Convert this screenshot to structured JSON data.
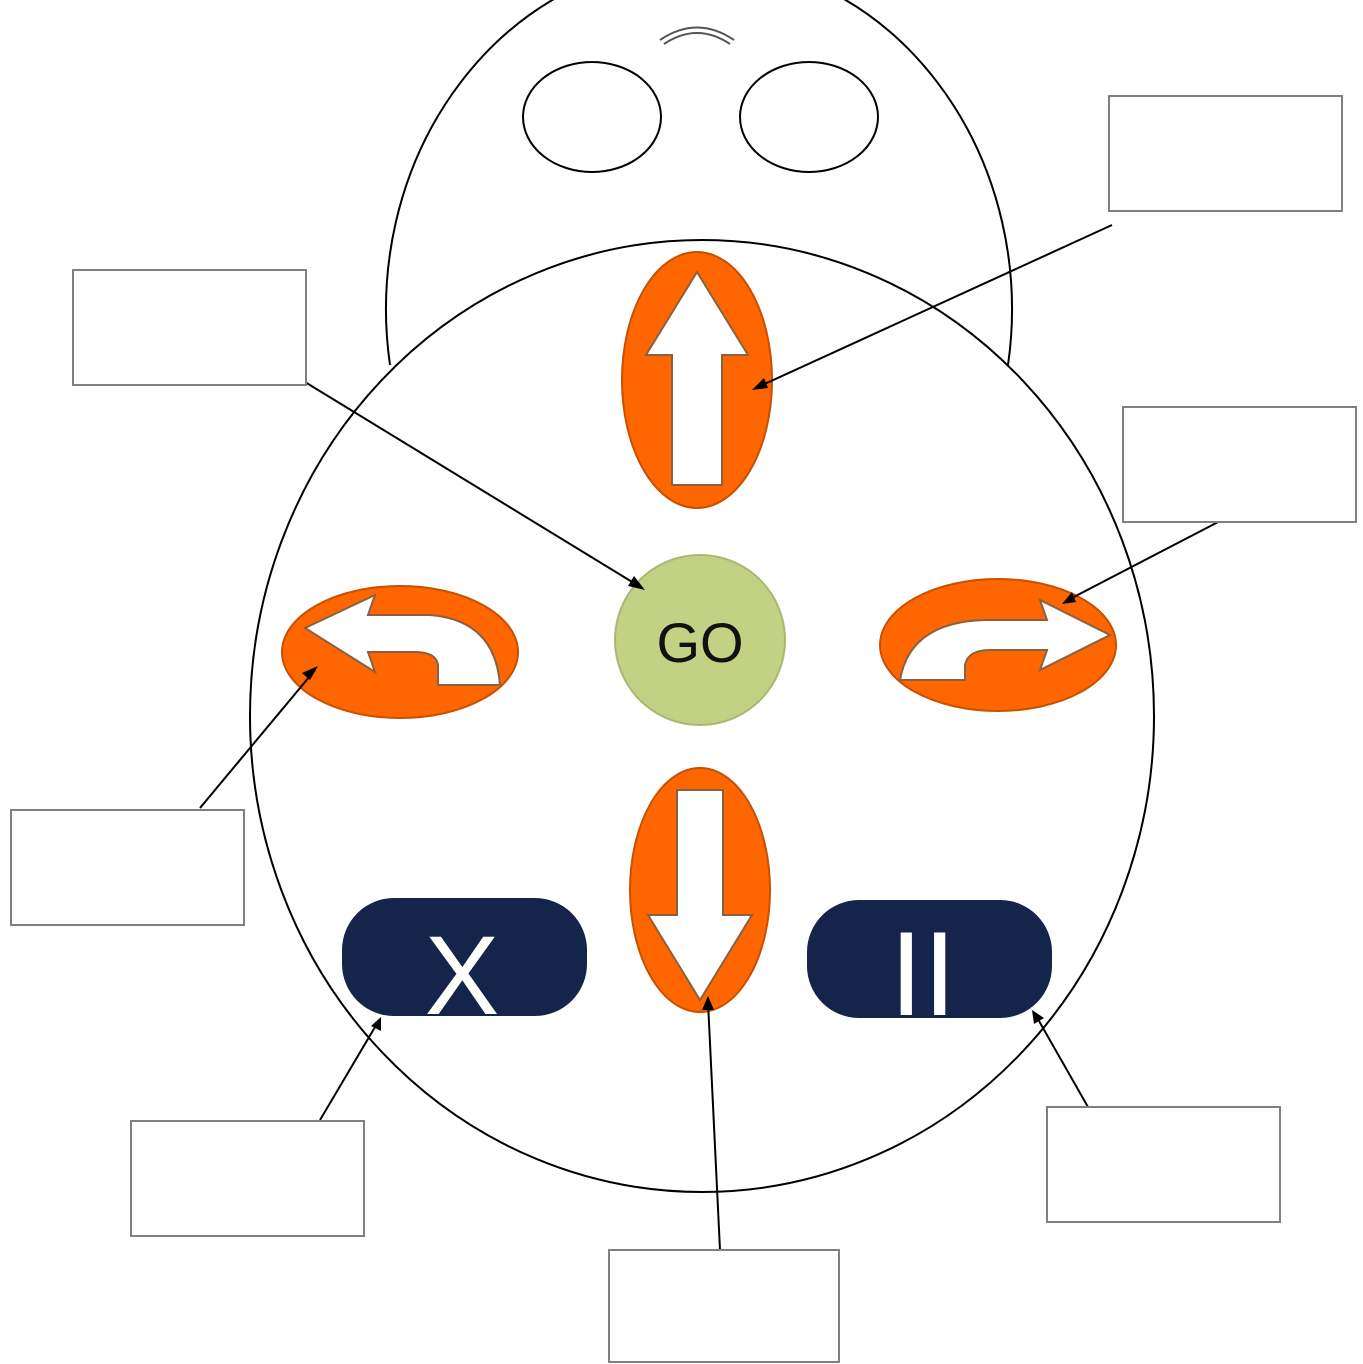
{
  "colors": {
    "arrow_fill": "#ff6600",
    "arrow_stroke": "#c85000",
    "go_fill": "#c3d185",
    "go_stroke": "#a8b870",
    "dark_button": "#15244b",
    "glyph": "#ffffff",
    "label_border": "#808080"
  },
  "buttons": {
    "go": {
      "label": "GO",
      "icon": "go-button"
    },
    "clear": {
      "label": "X",
      "icon": "clear-x-icon"
    },
    "pause": {
      "label": "II",
      "icon": "pause-icon"
    },
    "forward": {
      "icon": "arrow-up-icon"
    },
    "backward": {
      "icon": "arrow-down-icon"
    },
    "left": {
      "icon": "turn-left-arrow-icon"
    },
    "right": {
      "icon": "turn-right-arrow-icon"
    }
  },
  "label_boxes": [
    {
      "id": "go",
      "text": ""
    },
    {
      "id": "forward",
      "text": ""
    },
    {
      "id": "right",
      "text": ""
    },
    {
      "id": "left",
      "text": ""
    },
    {
      "id": "clear",
      "text": ""
    },
    {
      "id": "backward",
      "text": ""
    },
    {
      "id": "pause",
      "text": ""
    }
  ]
}
